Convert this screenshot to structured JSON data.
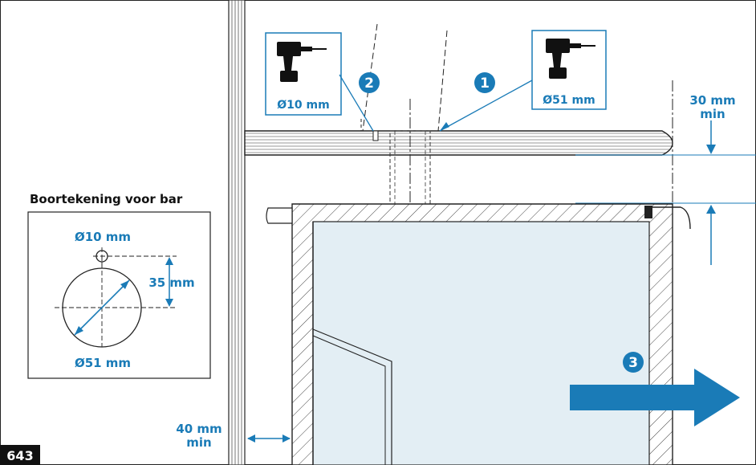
{
  "figure_number": "643",
  "drawing_title": "Boortekening voor bar",
  "drawing_small_hole": "Ø10 mm",
  "drawing_large_hole": "Ø51 mm",
  "drawing_spacing": "35 mm",
  "drill_left_label": "Ø10 mm",
  "drill_right_label": "Ø51 mm",
  "step1": "1",
  "step2": "2",
  "step3": "3",
  "top_dim_value": "30 mm",
  "top_dim_unit": "min",
  "side_dim_value": "40 mm",
  "side_dim_unit": "min",
  "colors": {
    "blue": "#1a7bb7",
    "light_blue": "#e3eef4",
    "black": "#111111"
  },
  "icons": [
    "drill-icon",
    "drill-icon",
    "arrow-right-icon"
  ]
}
